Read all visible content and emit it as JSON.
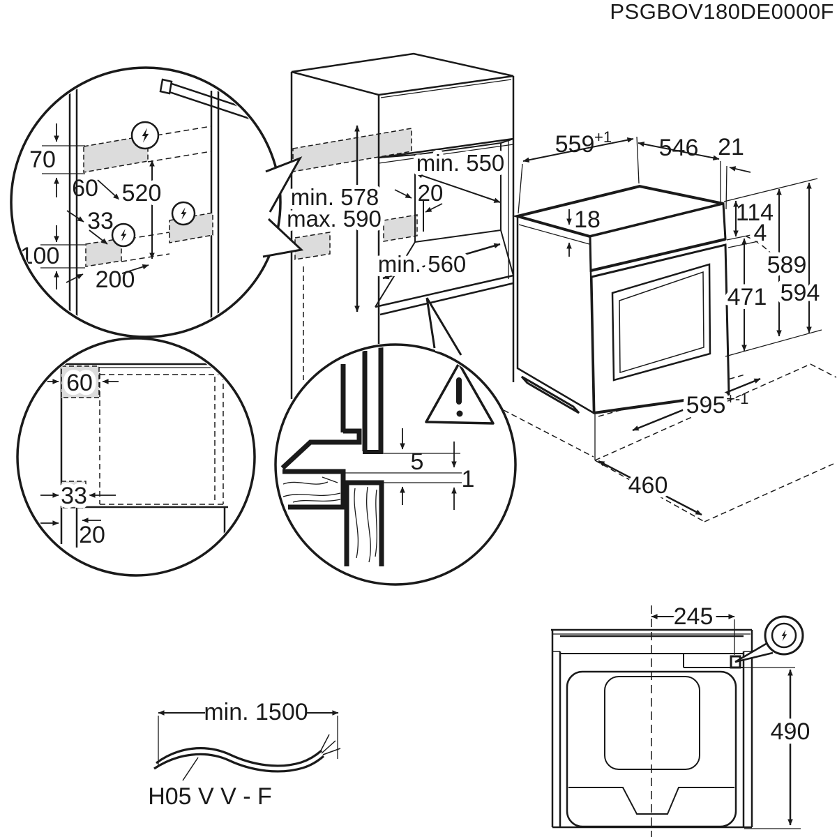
{
  "title": "PSGBOV180DE0000F",
  "colors": {
    "ink": "#1a1a1a",
    "zone_gray": "#dcdcdc"
  },
  "icons": {
    "bolt": "lightning-bolt",
    "warning": "warning-triangle"
  },
  "wall_detail": {
    "zone_height_top": "70",
    "zone_offset_side": "60",
    "zone_spacing": "520",
    "zone_offset_low": "33",
    "zone_height_low": "100",
    "zone_offset_bottom": "200"
  },
  "niche": {
    "depth": "min. 550",
    "back_gap": "20",
    "height_min": "min. 578",
    "height_max": "max. 590",
    "width": "min. 560"
  },
  "oven": {
    "niche_width": "559",
    "niche_width_tol": "+1",
    "depth": "546",
    "front_overhang": "21",
    "top_trim": "18",
    "panel_height": "114",
    "door_gap": "4",
    "door_height": "471",
    "height_body": "589",
    "height_total": "594",
    "width": "595",
    "width_tol": "+-1",
    "base_depth": "460"
  },
  "plan_detail": {
    "offset_60": "60",
    "offset_33": "33",
    "offset_20": "20"
  },
  "mount_detail": {
    "gap_5": "5",
    "gap_1": "1"
  },
  "cable": {
    "length": "min. 1500",
    "type": "H05 V V - F"
  },
  "top_view": {
    "connection_offset": "245",
    "depth": "490"
  }
}
